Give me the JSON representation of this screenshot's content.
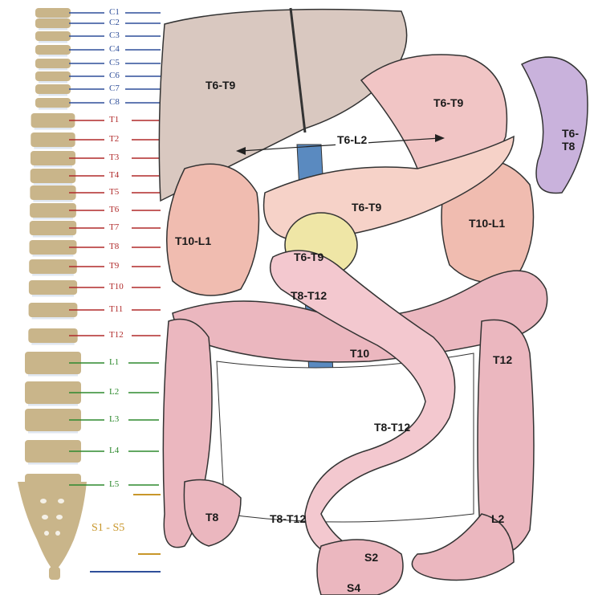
{
  "spine": {
    "segments": [
      {
        "id": "c1",
        "label": "C1",
        "group": "cervical"
      },
      {
        "id": "c2",
        "label": "C2",
        "group": "cervical"
      },
      {
        "id": "c3",
        "label": "C3",
        "group": "cervical"
      },
      {
        "id": "c4",
        "label": "C4",
        "group": "cervical"
      },
      {
        "id": "c5",
        "label": "C5",
        "group": "cervical"
      },
      {
        "id": "c6",
        "label": "C6",
        "group": "cervical"
      },
      {
        "id": "c7",
        "label": "C7",
        "group": "cervical"
      },
      {
        "id": "c8",
        "label": "C8",
        "group": "cervical"
      },
      {
        "id": "t1",
        "label": "T1",
        "group": "thoracic"
      },
      {
        "id": "t2",
        "label": "T2",
        "group": "thoracic"
      },
      {
        "id": "t3",
        "label": "T3",
        "group": "thoracic"
      },
      {
        "id": "t4",
        "label": "T4",
        "group": "thoracic"
      },
      {
        "id": "t5",
        "label": "T5",
        "group": "thoracic"
      },
      {
        "id": "t6",
        "label": "T6",
        "group": "thoracic"
      },
      {
        "id": "t7",
        "label": "T7",
        "group": "thoracic"
      },
      {
        "id": "t8",
        "label": "T8",
        "group": "thoracic"
      },
      {
        "id": "t9",
        "label": "T9",
        "group": "thoracic"
      },
      {
        "id": "t10",
        "label": "T10",
        "group": "thoracic"
      },
      {
        "id": "t11",
        "label": "T11",
        "group": "thoracic"
      },
      {
        "id": "t12",
        "label": "T12",
        "group": "thoracic"
      },
      {
        "id": "l1",
        "label": "L1",
        "group": "lumbar"
      },
      {
        "id": "l2",
        "label": "L2",
        "group": "lumbar"
      },
      {
        "id": "l3",
        "label": "L3",
        "group": "lumbar"
      },
      {
        "id": "l4",
        "label": "L4",
        "group": "lumbar"
      },
      {
        "id": "l5",
        "label": "L5",
        "group": "lumbar"
      },
      {
        "id": "s1s5",
        "label": "S1 - S5",
        "group": "sacral"
      }
    ]
  },
  "organs": {
    "liver": "T6-T9",
    "stomach": "T6-T9",
    "spleen": "T6-\nT8",
    "biliary_arrow": "T6-L2",
    "pancreas": "T6-T9",
    "gallbladder": "T6-T9",
    "kidney_right": "T10-L1",
    "kidney_left": "T10-L1",
    "duodenum": "T8-T12",
    "transverse_colon": "T10",
    "small_intestine": "T8-T12",
    "descending_colon": "T12",
    "ascending_colon": "T8",
    "ileum": "T8-T12",
    "sigmoid_colon": "L2",
    "rectum": "S2",
    "anus": "S4"
  },
  "colors": {
    "cervical": "#2f4f9a",
    "thoracic": "#b02a2a",
    "lumbar": "#2e8a2e",
    "sacral": "#c8962a",
    "bone": "#c9b58a",
    "organ_pink": "#f1c5c5",
    "liver": "#d9c8c0",
    "spleen": "#c9b2dc",
    "vessel": "#5a5fa8",
    "fat": "#efe6a6"
  }
}
